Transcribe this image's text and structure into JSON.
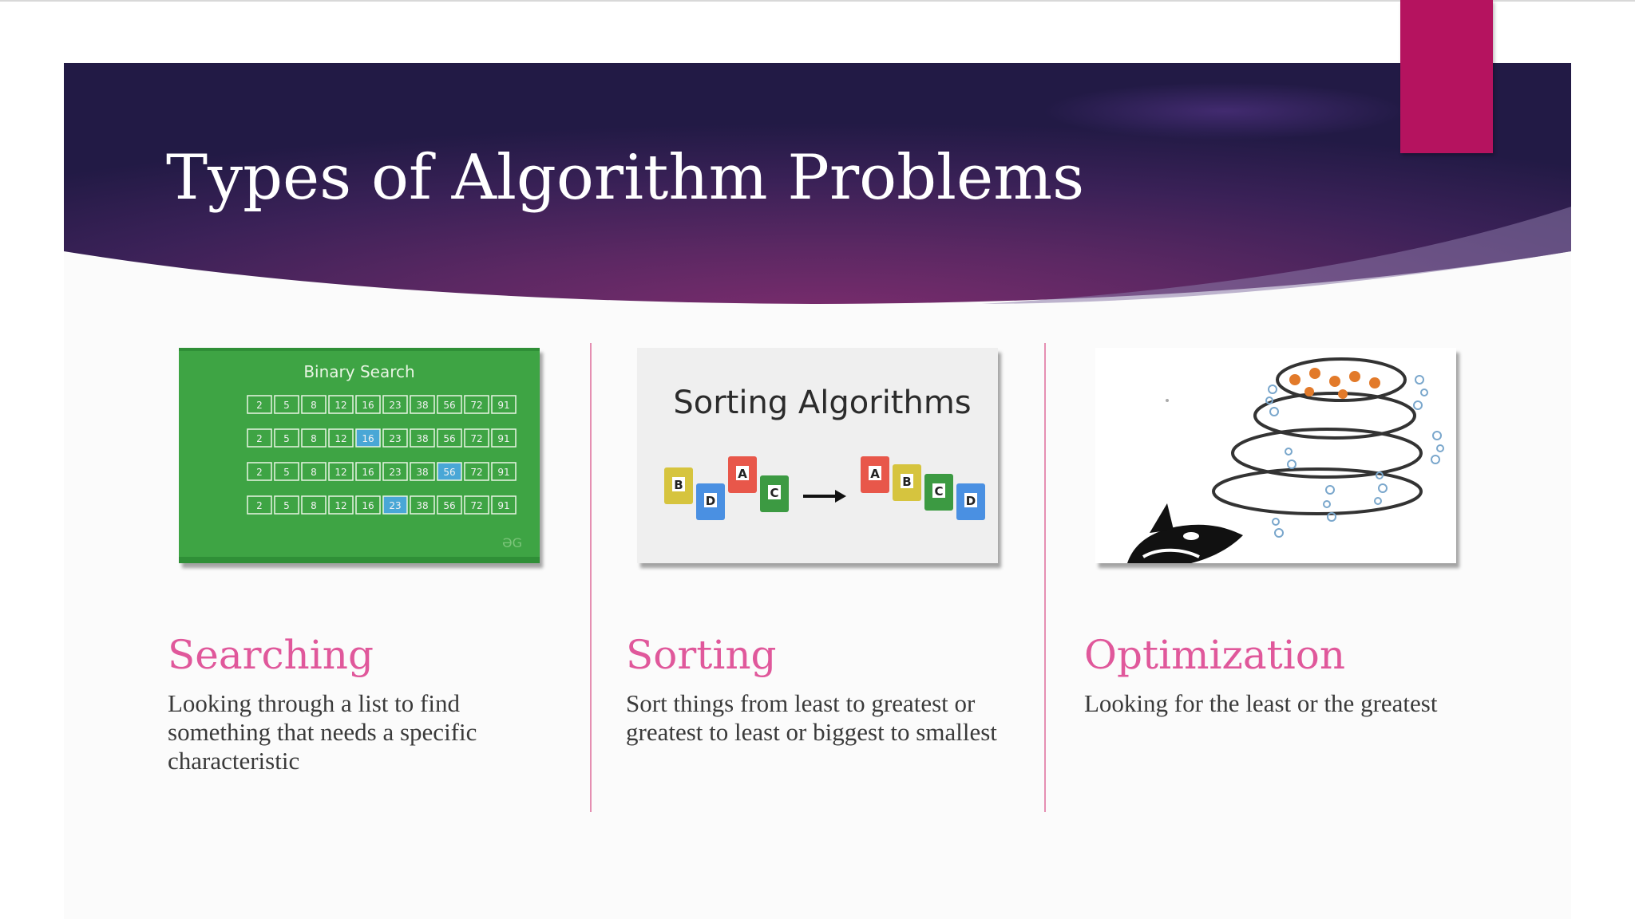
{
  "slide": {
    "title": "Types of Algorithm Problems",
    "colors": {
      "banner_dark": "#251c48",
      "banner_mid": "#6a2a66",
      "accent_bar": "#b5135f",
      "heading_pink": "#e0589b",
      "divider": "#e58fb2",
      "body_text": "#3a3a3a"
    }
  },
  "columns": [
    {
      "heading": "Searching",
      "text": "Looking through a list to find something that needs a specific characteristic",
      "image": {
        "caption": "Binary Search",
        "icon": "binary-search-diagram",
        "numbers": [
          "2",
          "5",
          "8",
          "12",
          "16",
          "23",
          "38",
          "56",
          "72",
          "91"
        ]
      }
    },
    {
      "heading": "Sorting",
      "text": "Sort things from least to greatest or greatest to least or biggest to smallest",
      "image": {
        "caption": "Sorting Algorithms",
        "icon": "sorting-blocks-diagram",
        "blocks_before": [
          "B",
          "D",
          "A",
          "C"
        ],
        "blocks_after": [
          "A",
          "B",
          "C",
          "D"
        ]
      }
    },
    {
      "heading": "Optimization",
      "text": "Looking for the least or the greatest",
      "image": {
        "icon": "orca-spiral-illustration"
      }
    }
  ]
}
